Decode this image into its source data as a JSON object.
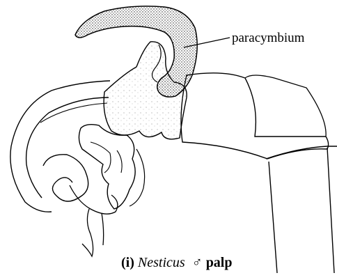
{
  "figure": {
    "label_paracymbium": "paracymbium",
    "caption": {
      "open_paren": "(",
      "panel": "i",
      "close_paren": ")",
      "genus": "Nesticus",
      "sex_symbol": "♂",
      "structure": "palp"
    }
  },
  "colors": {
    "ink": "#000000",
    "background": "#ffffff",
    "stipple": "#1a1a1a"
  }
}
